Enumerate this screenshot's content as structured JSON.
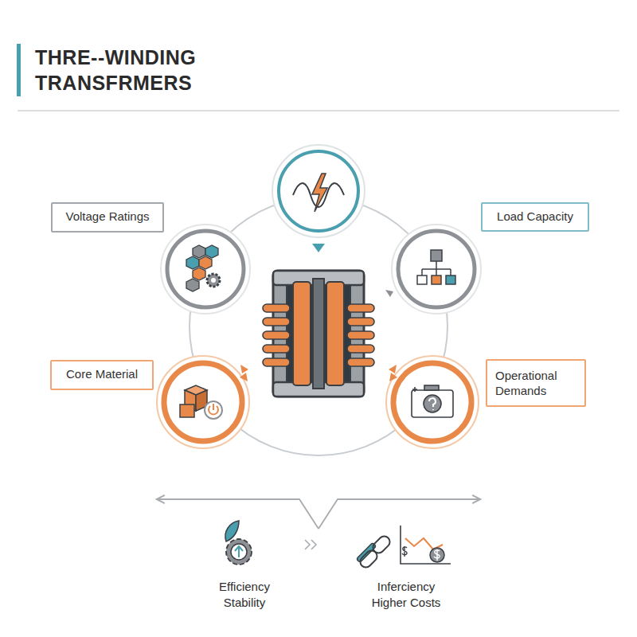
{
  "diagram": {
    "title": "THRE--WINDING TRANSFRMERS",
    "nodes": [
      {
        "text": [
          "Voltage Ratings"
        ]
      },
      {
        "text": [
          "Load Capacity"
        ]
      },
      {
        "text": [
          "Core Material"
        ]
      },
      {
        "text": [
          "Operational Demands"
        ]
      }
    ],
    "labels": [
      "Efficiency Stability",
      "Inferciency Higher Costs"
    ]
  }
}
